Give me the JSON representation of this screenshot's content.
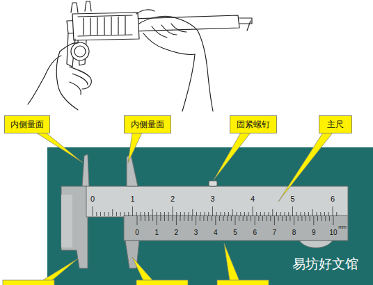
{
  "diagram": {
    "nodes": [
      {
        "text": [
          "内侧量面"
        ]
      },
      {
        "text": [
          "内侧量面"
        ]
      },
      {
        "text": [
          "固紧螺钉"
        ]
      },
      {
        "text": [
          "主尺"
        ]
      }
    ],
    "labels": [
      "0",
      "1",
      "2",
      "3",
      "4",
      "5",
      "6",
      "0",
      "1",
      "2",
      "3",
      "4",
      "5",
      "6",
      "7",
      "8",
      "9",
      "10",
      "mm",
      "易坊好文馆"
    ]
  }
}
